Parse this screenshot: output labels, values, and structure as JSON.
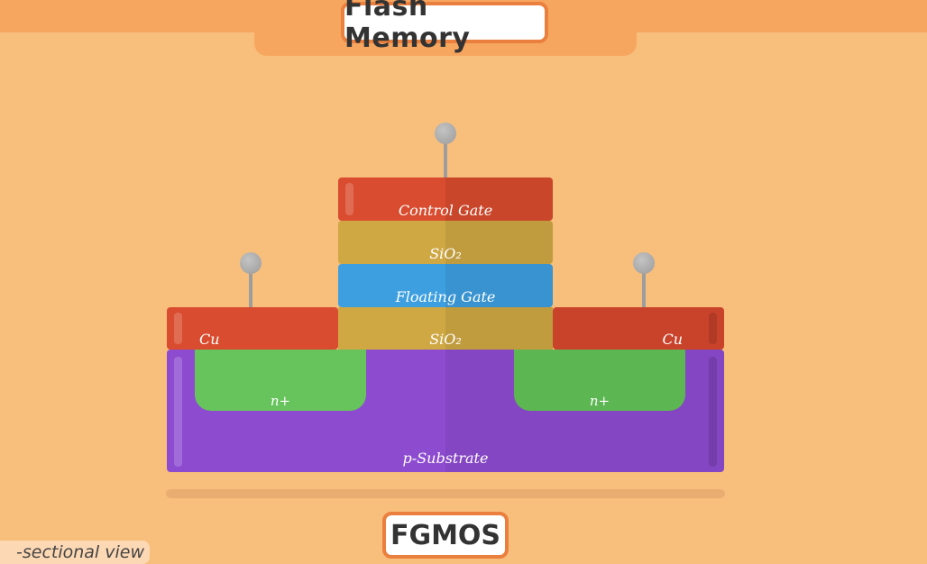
{
  "header": {
    "title": "Flash Memory"
  },
  "diagram": {
    "layers": {
      "control_gate": "Control Gate",
      "oxide_top": "SiO₂",
      "floating_gate": "Floating Gate",
      "oxide_bottom": "SiO₂",
      "contact_left": "Cu",
      "contact_right": "Cu",
      "n_left": "n+",
      "n_right": "n+",
      "substrate": "p-Substrate"
    },
    "colors": {
      "metal": "#d94c2f",
      "oxide": "#cfa844",
      "floating_gate": "#3d9fe0",
      "n_doped": "#67c45c",
      "substrate": "#8d4bd0"
    }
  },
  "footer": {
    "device_name": "FGMOS",
    "caption": "-sectional view"
  }
}
